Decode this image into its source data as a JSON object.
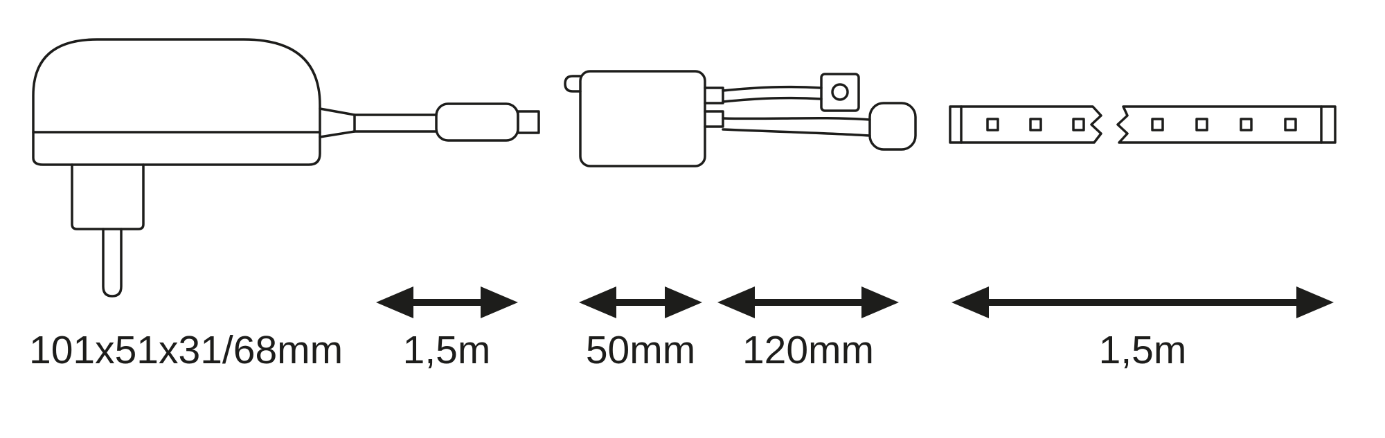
{
  "page": {
    "background": "#ffffff"
  },
  "colors": {
    "background": "#ffffff",
    "line": "#1d1d1b",
    "text": "#1d1d1b",
    "arrow": "#1d1d1b"
  },
  "components": [
    {
      "id": "power-adapter",
      "dimension_label": "101x51x31/68mm"
    },
    {
      "id": "power-cable",
      "dimension_label": "1,5m"
    },
    {
      "id": "controller",
      "dimension_label": "50mm"
    },
    {
      "id": "controller-cables",
      "dimension_label": "120mm"
    },
    {
      "id": "led-strip",
      "dimension_label": "1,5m"
    }
  ]
}
